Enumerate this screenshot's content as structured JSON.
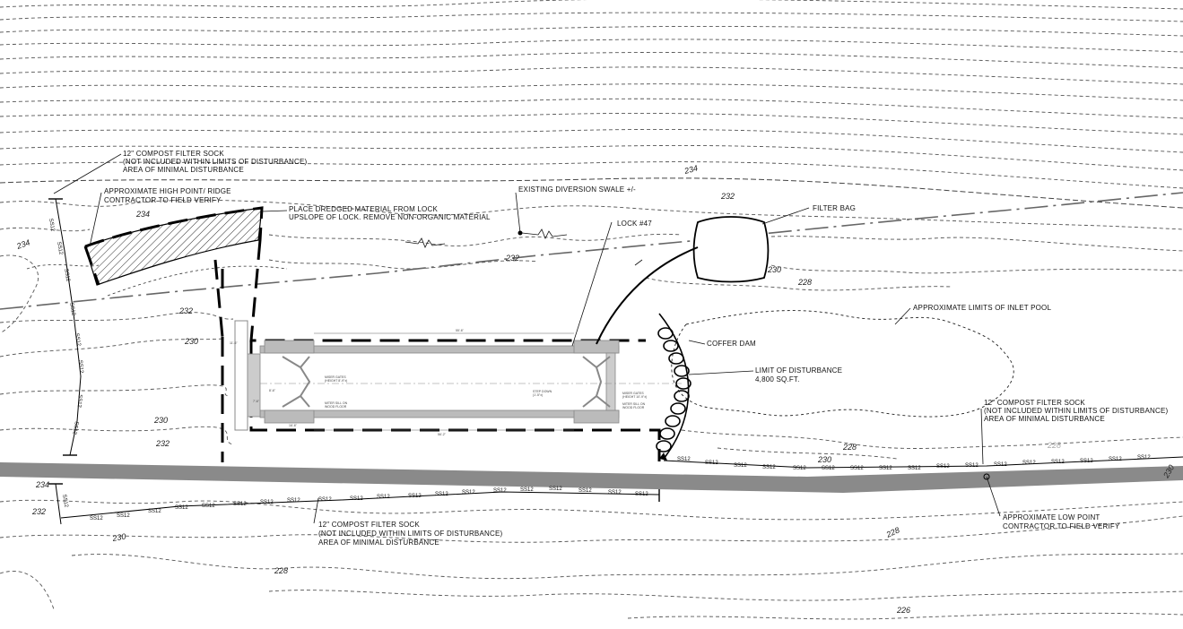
{
  "notes": {
    "sock_top_1": "12\" COMPOST FILTER SOCK",
    "sock_top_2": "(NOT INCLUDED WITHIN LIMITS OF DISTURBANCE)",
    "sock_top_3": "AREA OF MINIMAL DISTURBANCE",
    "high_point_1": "APPROXIMATE HIGH POINT/ RIDGE",
    "high_point_2": "CONTRACTOR TO FIELD VERIFY",
    "dredged_1": "PLACE DREDGED MATERIAL FROM LOCK",
    "dredged_2": "UPSLOPE OF LOCK. REMOVE NON-ORGANIC MATERIAL",
    "diversion": "EXISTING DIVERSION SWALE +/-",
    "lock": "LOCK #47",
    "filter_bag": "FILTER BAG",
    "inlet_pool": "APPROXIMATE LIMITS OF INLET POOL",
    "coffer_dam": "COFFER DAM",
    "lod_1": "LIMIT OF DISTURBANCE",
    "lod_2": "4,800 SQ.FT.",
    "sock_right_1": "12\" COMPOST FILTER SOCK",
    "sock_right_2": "(NOT INCLUDED WITHIN LIMITS OF DISTURBANCE)",
    "sock_right_3": "AREA OF MINIMAL DISTURBANCE",
    "low_point_1": "APPROXIMATE LOW POINT",
    "low_point_2": "CONTRACTOR TO FIELD VERIFY",
    "sock_bottom_1": "12\" COMPOST FILTER SOCK",
    "sock_bottom_2": "(NOT INCLUDED WITHIN LIMITS OF DISTURBANCE)",
    "sock_bottom_3": "AREA OF MINIMAL DISTURBANCE"
  },
  "elevations": {
    "e234_a": "234",
    "e234_b": "234",
    "e234_c": "234",
    "e234_d": "234",
    "e232_a": "232",
    "e232_b": "232",
    "e232_c": "232",
    "e232_d": "232",
    "e232_e": "232",
    "e230_a": "230",
    "e230_b": "230",
    "e230_c": "230",
    "e230_d": "230",
    "e230_e": "230",
    "e230_f": "230",
    "e228_a": "228",
    "e228_b": "228",
    "e228_c": "228",
    "e228_d": "228",
    "e228_e": "228",
    "e226": "226"
  },
  "sock_label": "SS12",
  "lock_dims": {
    "top": "55'-6\"",
    "bottom": "56'-2\"",
    "left_a": "11'-6\"",
    "left_b": "7'-6\"",
    "left_c": "8'-6\"",
    "left_d": "16'-6\"",
    "left_gate_1": "MISER GATES",
    "left_gate_2": "(HEIGHT 8'-9\"±)",
    "left_sill_1": "MITER SILL ON",
    "left_sill_2": "WOOD FLOOR",
    "right_gate_1": "MISER GATES",
    "right_gate_2": "(HEIGHT 10'-9\"±)",
    "right_sill_1": "MITER SILL ON",
    "right_sill_2": "WOOD FLOOR",
    "step": "STEP DOWN",
    "step_2": "(1'-5\"±)"
  }
}
